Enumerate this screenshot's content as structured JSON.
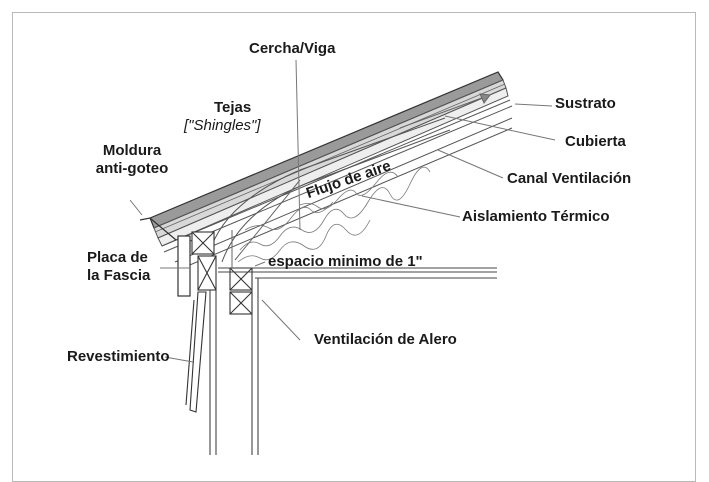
{
  "labels": {
    "cercha_viga": "Cercha/Viga",
    "tejas": "Tejas",
    "shingles": "[\"Shingles\"]",
    "moldura_line1": "Moldura",
    "moldura_line2": "anti-goteo",
    "sustrato": "Sustrato",
    "cubierta": "Cubierta",
    "flujo_de_aire": "Flujo de aire",
    "canal_ventilacion": "Canal Ventilación",
    "aislamiento_termico": "Aislamiento Térmico",
    "placa_line1": "Placa de",
    "placa_line2": "la Fascia",
    "espacio_minimo": "espacio minimo de 1\"",
    "ventilacion_alero": "Ventilación de Alero",
    "revestimiento": "Revestimiento"
  }
}
